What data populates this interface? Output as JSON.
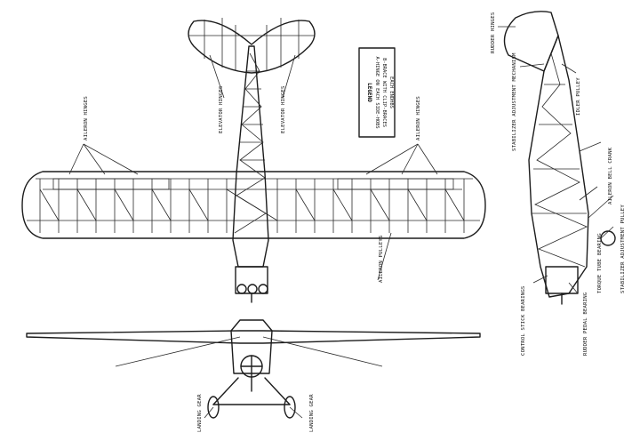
{
  "drawing": {
    "legend": {
      "title": "LEGEND",
      "lines": [
        "A-HINGE ON EACH SIDE-HOBS",
        "B-BRACE WITH CLIP-BRACES",
        "EACH ENDHBS"
      ]
    },
    "labels": {
      "aileron_hinges_left": "AILERON HINGES",
      "aileron_hinges_right": "AILERON HINGES",
      "elevator_hinges_left": "ELEVATOR HINGES",
      "elevator_hinges_right": "ELEVATOR HINGES",
      "aileron_pulleys": "AILERON PULLEYS",
      "landing_gear_left": "LANDING GEAR",
      "landing_gear_right": "LANDING GEAR",
      "rudder_hinges": "RUDDER HINGES",
      "stabilizer_adjustment": "STABILIZER ADJUSTMENT MECHANISM",
      "idler_pulley": "IDLER PULLEY",
      "aileron_bell_crank": "AILERON BELL CRANK",
      "control_stick_bearings": "CONTROL STICK BEARINGS",
      "torque_tube_bearing": "TORQUE TUBE BEARING",
      "rudder_pedal_bearing": "RUDDER PEDAL BEARING",
      "stabilizer_adjustment_pulley": "STABILIZER ADJUSTMENT PULLEY"
    }
  }
}
